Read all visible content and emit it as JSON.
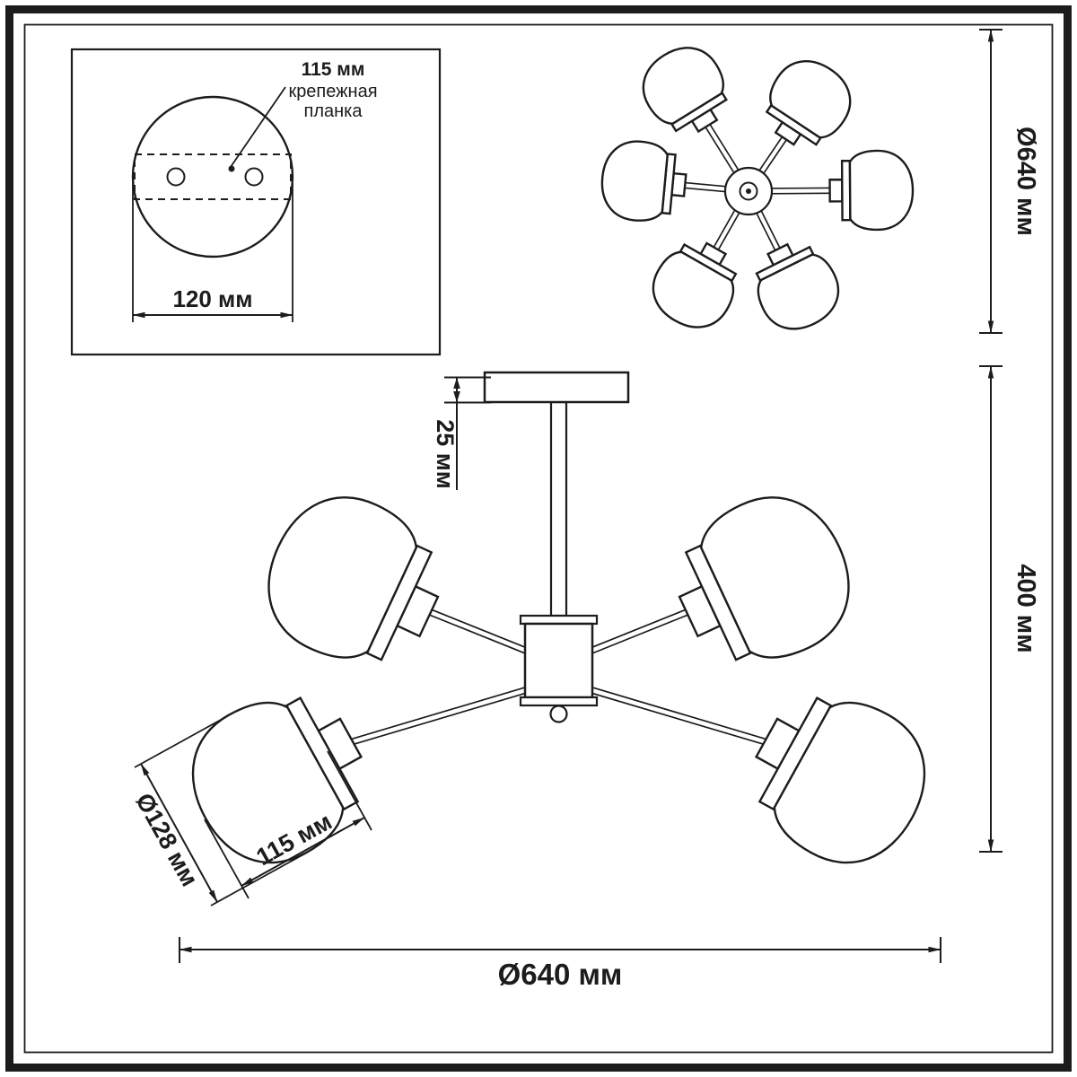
{
  "colors": {
    "ink": "#1c1c1c",
    "background": "#ffffff"
  },
  "mount_inset": {
    "offset_label": "115 мм",
    "bracket_label_line1": "крепежная",
    "bracket_label_line2": "планка",
    "width_label": "120 мм"
  },
  "top_view": {
    "diameter_label": "Ø640 мм"
  },
  "side_view": {
    "canopy_height_label": "25 мм",
    "total_height_label": "400 мм",
    "shade_diameter_label": "Ø128 мм",
    "shade_height_label": "115 мм",
    "total_diameter_label": "Ø640 мм"
  }
}
